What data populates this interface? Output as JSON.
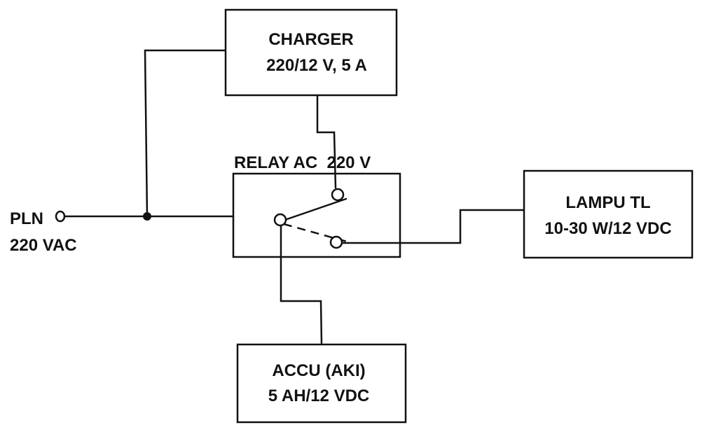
{
  "diagram": {
    "type": "block-diagram",
    "colors": {
      "ink": "#111111",
      "background": "#ffffff"
    },
    "blocks": {
      "charger": {
        "line1": "CHARGER",
        "line2": "220/12 V, 5 A"
      },
      "relay": {
        "title": "RELAY AC  220 V"
      },
      "lamp": {
        "line1": "LAMPU TL",
        "line2": "10-30 W/12 VDC"
      },
      "accu": {
        "line1": "ACCU (AKI)",
        "line2": "5 AH/12 VDC"
      }
    },
    "source": {
      "line1": "PLN",
      "line2": "220 VAC"
    },
    "connections": [
      {
        "from": "source",
        "to": "relay"
      },
      {
        "from": "source",
        "to": "charger"
      },
      {
        "from": "charger",
        "to": "relay-upper-contact"
      },
      {
        "from": "relay-common",
        "to": "accu"
      },
      {
        "from": "relay-lower-contact",
        "to": "lamp"
      }
    ]
  }
}
